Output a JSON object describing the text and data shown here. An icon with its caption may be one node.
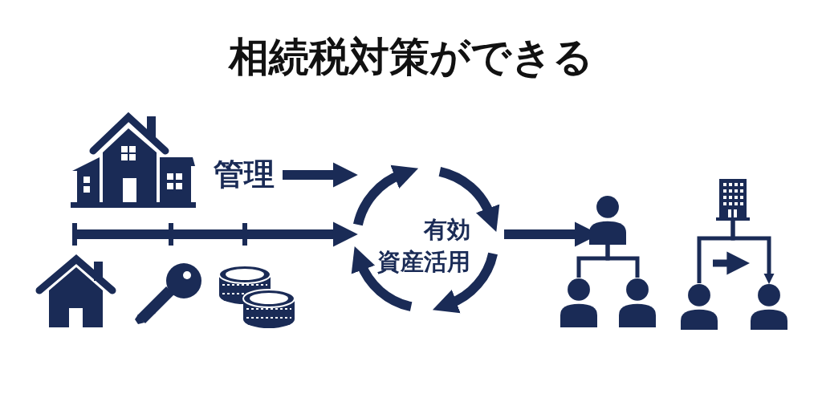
{
  "diagram": {
    "title": "相続税対策ができる",
    "nodes": [
      {
        "text": [
          "管理"
        ]
      },
      {
        "text": [
          "有効資産活用"
        ]
      },
      {
        "text": [],
        "shape": "person"
      },
      {
        "text": [],
        "shape": "person"
      },
      {
        "text": [],
        "shape": "person"
      },
      {
        "text": [],
        "shape": "building"
      },
      {
        "text": [],
        "shape": "person"
      },
      {
        "text": [],
        "shape": "person"
      }
    ],
    "edges": [
      {
        "from": 0,
        "to": 1,
        "arrow": "to",
        "style": "thick"
      },
      {
        "from": null,
        "to": 1,
        "arrow": "to",
        "style": "thick"
      },
      {
        "from": 1,
        "to": 2,
        "arrow": "to",
        "style": "thick"
      },
      {
        "from": 2,
        "to": 3,
        "arrow": "none"
      },
      {
        "from": 2,
        "to": 4,
        "arrow": "none"
      },
      {
        "from": 5,
        "to": 6,
        "arrow": "none"
      },
      {
        "from": 5,
        "to": 7,
        "arrow": "to"
      }
    ]
  }
}
